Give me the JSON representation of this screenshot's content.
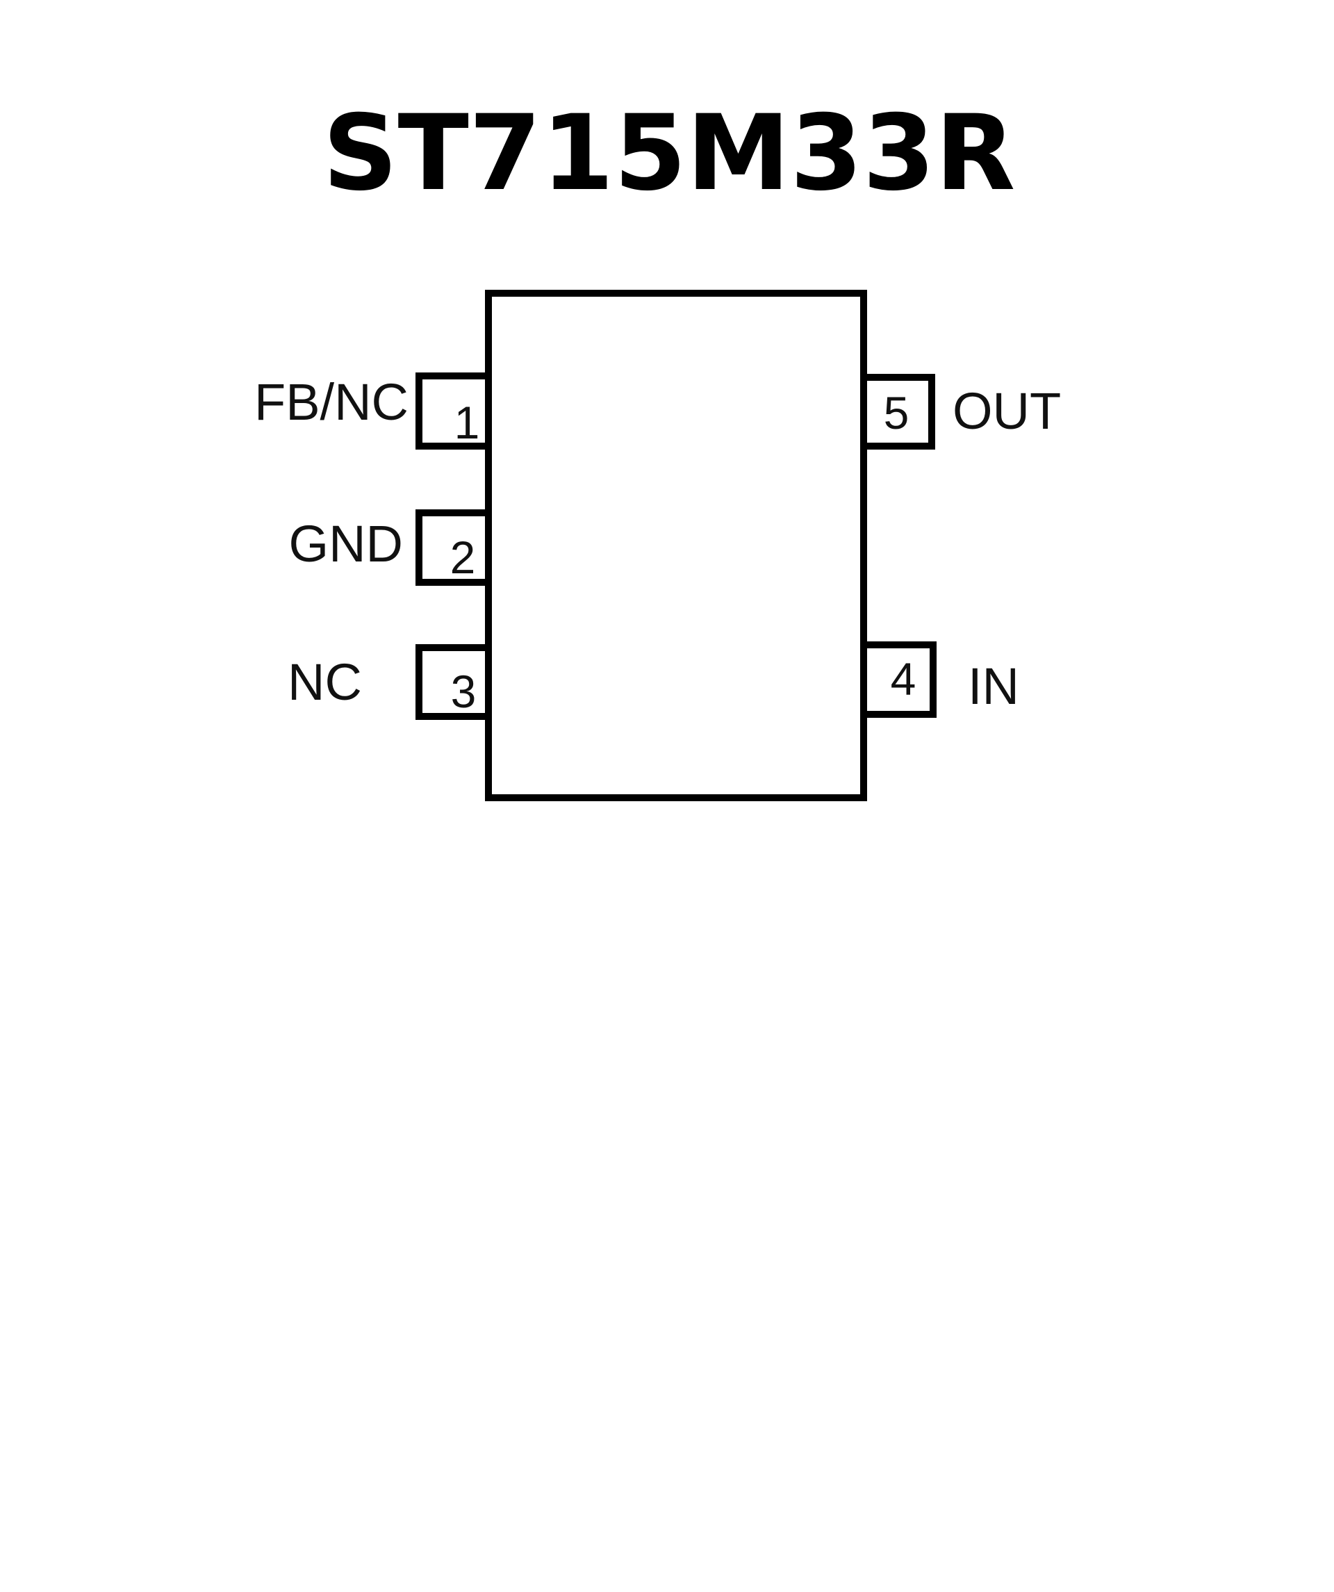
{
  "title": "ST715M33R",
  "pins": [
    {
      "number": "1",
      "name": "FB/NC"
    },
    {
      "number": "2",
      "name": "GND"
    },
    {
      "number": "3",
      "name": "NC"
    },
    {
      "number": "4",
      "name": "IN"
    },
    {
      "number": "5",
      "name": "OUT"
    }
  ]
}
